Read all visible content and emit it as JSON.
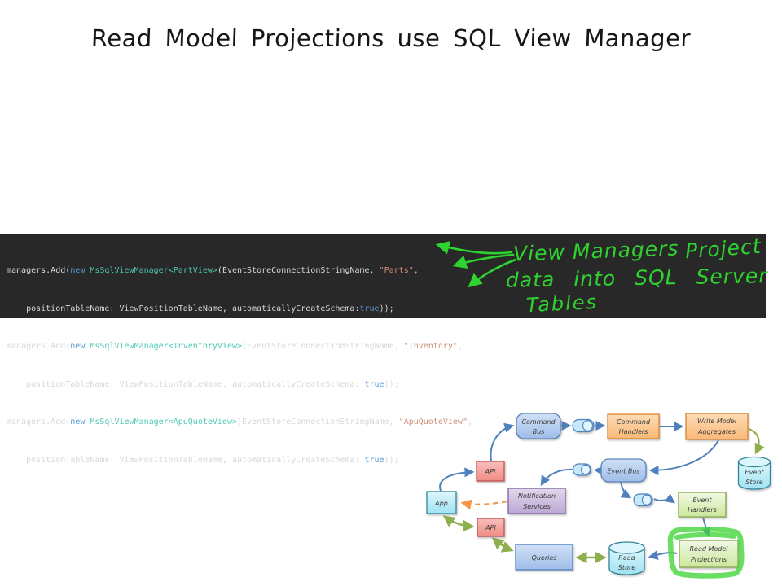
{
  "slide": {
    "title": "Read Model Projections use SQL View Manager"
  },
  "code": {
    "l1": {
      "a": "managers.Add(",
      "b": "new ",
      "c": "MsSqlViewManager<PartView>",
      "d": "(EventStoreConnectionStringName, ",
      "e": "\"Parts\"",
      "f": ","
    },
    "l2": {
      "a": "    positionTableName: ViewPositionTableName, automaticallyCreateSchema:",
      "b": "true",
      "c": "));"
    },
    "l3": {
      "a": "managers.Add(",
      "b": "new ",
      "c": "MsSqlViewManager<InventoryView>",
      "d": "(EventStoreConnectionStringName, ",
      "e": "\"Inventory\"",
      "f": ","
    },
    "l4": {
      "a": "    positionTableName: ViewPositionTableName, automaticallyCreateSchema: ",
      "b": "true",
      "c": "));"
    },
    "l5": {
      "a": "managers.Add(",
      "b": "new ",
      "c": "MsSqlViewManager<ApuQuoteView>",
      "d": "(EventStoreConnectionStringName, ",
      "e": "\"ApuQuoteView\"",
      "f": ","
    },
    "l6": {
      "a": "    positionTableName: ViewPositionTableName, automaticallyCreateSchema: ",
      "b": "true",
      "c": "));"
    }
  },
  "annotation": {
    "line1a": "View Managers",
    "line1b": "Project",
    "line2": "data into SQL Server",
    "line3": "Tables"
  },
  "diagram": {
    "nodes": {
      "command_bus": {
        "line1": "Command",
        "line2": "Bus"
      },
      "command_handlers": {
        "line1": "Command",
        "line2": "Handlers"
      },
      "write_model_aggregates": {
        "line1": "Write Model",
        "line2": "Aggregates"
      },
      "event_store": {
        "line1": "Event",
        "line2": "Store"
      },
      "event_bus": {
        "line1": "Event Bus"
      },
      "api_top": {
        "line1": "API"
      },
      "notification_services": {
        "line1": "Notification",
        "line2": "Services"
      },
      "app": {
        "line1": "App"
      },
      "event_handlers": {
        "line1": "Event",
        "line2": "Handlers"
      },
      "api_bottom": {
        "line1": "API"
      },
      "queries": {
        "line1": "Queries"
      },
      "read_store": {
        "line1": "Read",
        "line2": "Store"
      },
      "read_model_projections": {
        "line1": "Read Model",
        "line2": "Projections"
      }
    }
  },
  "colors": {
    "code_background": "#282828",
    "code_plain": "#D8D8D8",
    "code_keyword": "#569CD6",
    "code_type": "#4EC9B0",
    "code_string": "#CE9178",
    "annotation_green": "#2FD32F",
    "arrow_blue": "#4F81BD",
    "arrow_green": "#8FAF4C",
    "arrow_orange": "#F79646",
    "highlight_marker_green": "#46D73C"
  }
}
